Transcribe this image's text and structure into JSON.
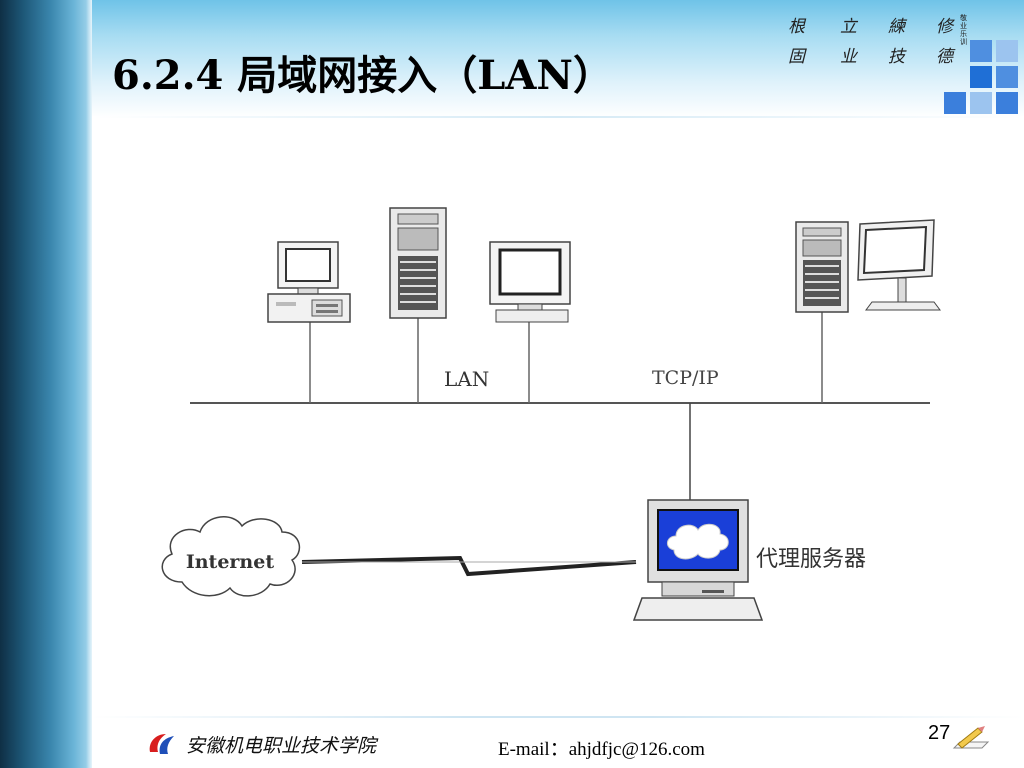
{
  "slide": {
    "title": "6.2.4  局域网接入（LAN）",
    "motto": {
      "row1": [
        "根",
        "立",
        "練",
        "修"
      ],
      "row2": [
        "固",
        "业",
        "技",
        "德"
      ],
      "side": "敬业乐训"
    },
    "page_number": "27"
  },
  "diagram": {
    "lan_label": "LAN",
    "protocol_label": "TCP/IP",
    "internet_label": "Internet",
    "proxy_label": "代理服务器"
  },
  "footer": {
    "school_name": "安徽机电职业技术学院",
    "email": "E-mail：ahjdfjc@126.com"
  },
  "colors": {
    "accent_blue": "#1f6fd6",
    "proxy_screen": "#1a3fd8",
    "bar_dark": "#0f2f45"
  },
  "icons": [
    "desktop-computer-icon",
    "tower-server-icon",
    "crt-monitor-icon",
    "lcd-monitor-icon",
    "cloud-icon",
    "pencil-icon",
    "school-logo-icon"
  ]
}
